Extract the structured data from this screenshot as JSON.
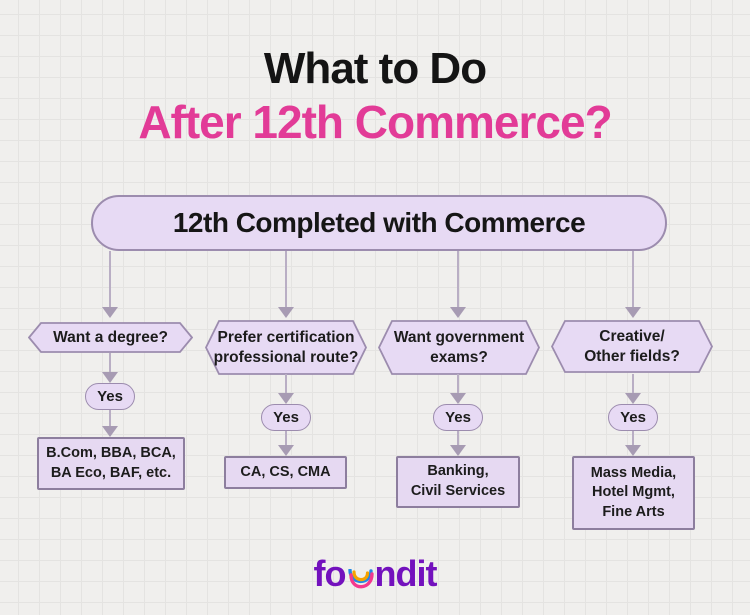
{
  "title": {
    "line1": "What to Do",
    "line2": "After 12th Commerce?"
  },
  "root": {
    "label": "12th Completed with Commerce"
  },
  "columns": [
    {
      "question": "Want a degree?",
      "answer": "Yes",
      "result": "B.Com, BBA, BCA,\nBA Eco, BAF, etc."
    },
    {
      "question": "Prefer certification\nprofessional route?",
      "answer": "Yes",
      "result": "CA, CS, CMA"
    },
    {
      "question": "Want government\nexams?",
      "answer": "Yes",
      "result": "Banking,\nCivil Services"
    },
    {
      "question": "Creative/\nOther fields?",
      "answer": "Yes",
      "result": "Mass Media,\nHotel Mgmt,\nFine Arts"
    }
  ],
  "logo": {
    "text_start": "fo",
    "text_end": "ndit",
    "u_icon": "foundit-u-arcs-icon"
  },
  "colors": {
    "background": "#f0efed",
    "grid_line": "#e4e3e1",
    "title_black": "#141414",
    "accent_pink": "#e23b97",
    "node_fill": "#e7daf4",
    "node_border": "#9c8cae",
    "box_border": "#8d7e9e",
    "connector": "#b9aec4",
    "arrowhead": "#a79bb3",
    "logo_purple": "#7311bd",
    "logo_arc_blue": "#2389e4",
    "logo_arc_orange": "#f6a302",
    "logo_arc_pink": "#f4398e"
  }
}
